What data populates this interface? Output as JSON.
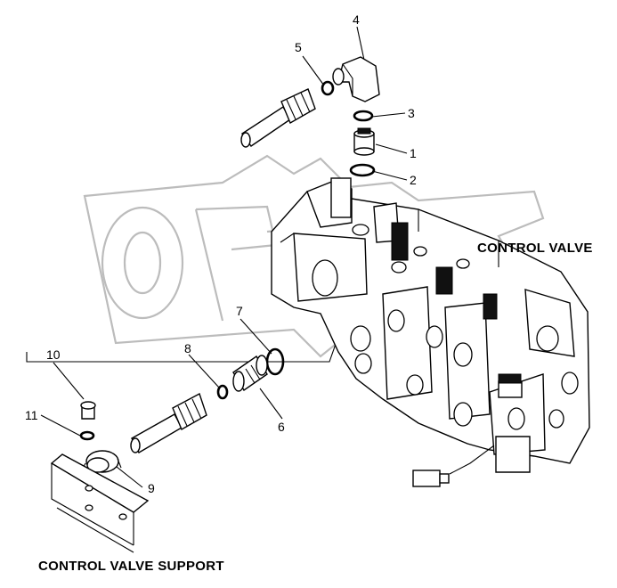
{
  "labels": {
    "control_valve": "CONTROL VALVE",
    "control_valve_support": "CONTROL VALVE SUPPORT"
  },
  "parts": [
    "1",
    "2",
    "3",
    "4",
    "5",
    "6",
    "7",
    "8",
    "9",
    "10",
    "11"
  ]
}
